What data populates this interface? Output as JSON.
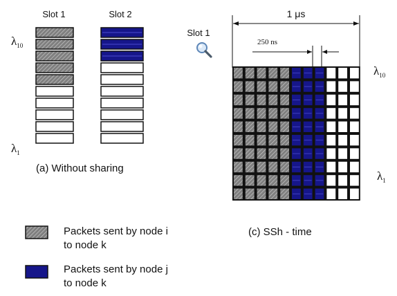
{
  "panel_a": {
    "slot1_label": "Slot 1",
    "slot2_label": "Slot 2",
    "lambda_top": "λ",
    "lambda_top_sub": "10",
    "lambda_bottom": "λ",
    "lambda_bottom_sub": "1",
    "caption": "(a) Without sharing",
    "slot1_rows": [
      "hatched",
      "hatched",
      "hatched",
      "hatched",
      "hatched",
      "white",
      "white",
      "white",
      "white",
      "white"
    ],
    "slot2_rows": [
      "blue",
      "blue",
      "blue",
      "white",
      "white",
      "white",
      "white",
      "white",
      "white",
      "white"
    ]
  },
  "panel_c": {
    "duration_label": "1 μs",
    "interval_label": "250 ns",
    "slot_label": "Slot 1",
    "zoom_icon": "magnifier-icon",
    "lambda_top": "λ",
    "lambda_top_sub": "10",
    "lambda_bottom": "λ",
    "lambda_bottom_sub": "1",
    "caption": "(c) SSh - time",
    "rows": 10,
    "column_types": [
      "hatched",
      "hatched",
      "hatched",
      "hatched",
      "hatched",
      "blue",
      "blue",
      "blue",
      "white",
      "white",
      "white"
    ]
  },
  "legend": [
    {
      "swatch": "hatched",
      "line1": "Packets sent by node i",
      "line2": "to node k"
    },
    {
      "swatch": "blue",
      "line1": "Packets sent by node j",
      "line2": "to node k"
    }
  ],
  "colors": {
    "hatched_fill": "#7f7f7f",
    "hatch_line": "#c8c8c8",
    "blue": "#16168a",
    "blue_line": "#4a4ad0"
  }
}
